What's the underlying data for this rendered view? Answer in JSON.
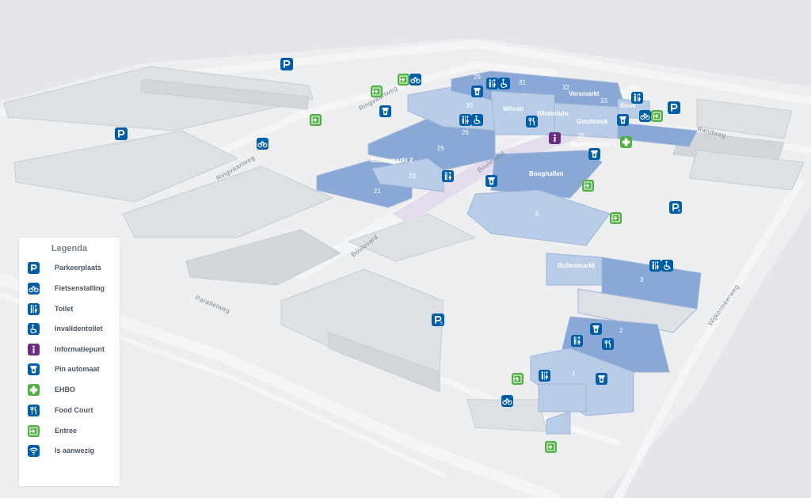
{
  "colors": {
    "background": "#e4e6e9",
    "building_blue": "#b9cde9",
    "building_blue_dark": "#8aa8d6",
    "boulevard": "#e4dcec",
    "icon_blue": "#005ea8",
    "icon_green": "#52b044",
    "icon_purple": "#6b2b86"
  },
  "legend": {
    "title": "Legenda",
    "items": [
      {
        "icon": "parking-icon",
        "label": "Parkeerplaats"
      },
      {
        "icon": "bicycle-icon",
        "label": "Fietsenstalling"
      },
      {
        "icon": "toilet-icon",
        "label": "Toilet"
      },
      {
        "icon": "wheelchair-icon",
        "label": "Invalidentoilet"
      },
      {
        "icon": "info-icon",
        "label": "Informatiepunt"
      },
      {
        "icon": "atm-icon",
        "label": "Pin automaat"
      },
      {
        "icon": "first-aid-icon",
        "label": "EHBO"
      },
      {
        "icon": "food-court-icon",
        "label": "Food Court"
      },
      {
        "icon": "entrance-icon",
        "label": "Entree"
      },
      {
        "icon": "wifi-icon",
        "label": "Is aanwezig"
      }
    ]
  },
  "roads": {
    "ringvaartweg_1": "Ringvaartweg",
    "ringvaartweg_2": "Ringvaartweg",
    "boulevard_1": "Boulevard",
    "boulevard_2": "Boulevard",
    "parallelweg": "Parallelweg",
    "randweg": "Randweg",
    "wijkermeerweg": "Wijkermeerweg"
  },
  "halls": {
    "buitenmarkt_2": "Buitenmarkt 2",
    "booghallen": "Booghallen",
    "mihrab": "Mihrab",
    "wintertuin": "Wintertuin",
    "versmarkt": "Versmarkt",
    "souk": "Souk",
    "goudsouk": "Goudsouk",
    "marktkantoor": "Marktkantoor",
    "buitenmarkt": "Buitenmarkt"
  },
  "numbers": {
    "n1": "1",
    "n2": "2",
    "n3": "3",
    "n5": "5",
    "n21": "21",
    "n23": "23",
    "n25": "25",
    "n26": "26",
    "n29": "29",
    "n30": "30",
    "n31": "31",
    "n32": "32",
    "n33": "33",
    "n36": "36"
  },
  "parking": {
    "p1": "P",
    "p2": "P",
    "p3": "P",
    "p4": "P",
    "p5": "P",
    "p1_sub": "",
    "p2_sub": "",
    "p3_sub": "",
    "p4_sub": "4",
    "p5_sub": "5"
  }
}
